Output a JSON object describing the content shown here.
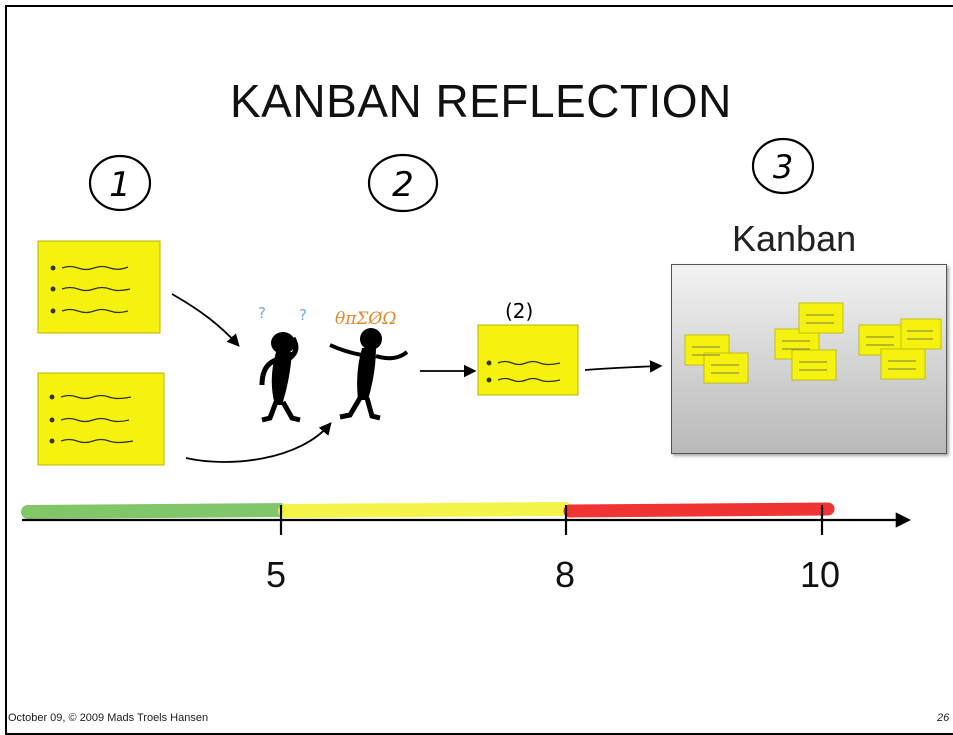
{
  "slide": {
    "title": "KANBAN REFLECTION",
    "board_label": "Kanban",
    "steps": [
      "1",
      "2",
      "3"
    ],
    "note_count_label": "(2)",
    "greek_symbols": "θπΣØΩ",
    "question_marks": [
      "?",
      "?"
    ],
    "timeline_ticks": [
      "5",
      "8",
      "10"
    ],
    "footer": "October 09, © 2009 Mads Troels Hansen",
    "page_number": "26"
  },
  "colors": {
    "sticky": "#f5f20f",
    "green_band": "#74c25a",
    "yellow_band": "#f4f442",
    "red_band": "#f02a2a"
  }
}
